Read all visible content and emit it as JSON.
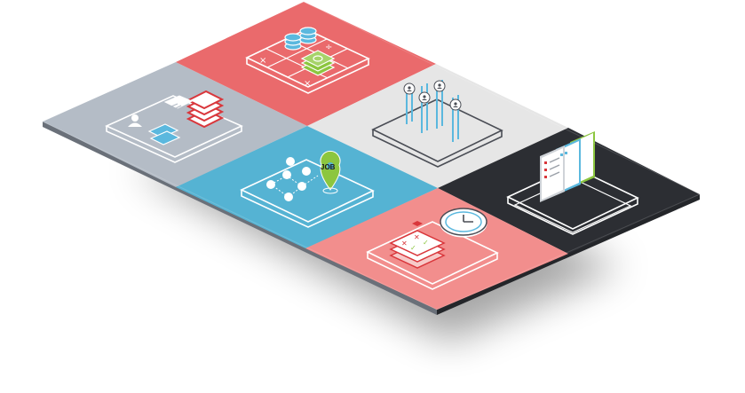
{
  "colors": {
    "tile_gray": "#b4bcc6",
    "tile_red": "#ea6a6c",
    "tile_light": "#e6e6e6",
    "tile_blue": "#55b3d3",
    "tile_dark": "#2c2e33",
    "tile_salmon": "#f28e8d",
    "line_white": "#ffffff",
    "icon_red": "#d9363b",
    "icon_blue": "#5bb8de",
    "icon_green": "#8cc63f"
  },
  "tiles": [
    {
      "name": "tile-hr-records",
      "icon": "stacked-documents-icon",
      "color": "tile_gray"
    },
    {
      "name": "tile-payroll",
      "icon": "coins-and-cash-icon",
      "color": "tile_red"
    },
    {
      "name": "tile-analytics",
      "icon": "people-bar-chart-icon",
      "color": "tile_light"
    },
    {
      "name": "tile-recruiting",
      "icon": "job-location-network-icon",
      "color": "tile_blue"
    },
    {
      "name": "tile-dashboard",
      "icon": "browser-windows-icon",
      "color": "tile_dark"
    },
    {
      "name": "tile-time-attendance",
      "icon": "clock-and-calendar-icon",
      "color": "tile_salmon"
    }
  ],
  "job_pin": {
    "label": "JOB"
  }
}
